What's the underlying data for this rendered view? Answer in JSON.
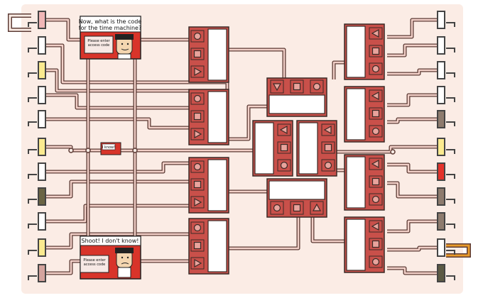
{
  "panels": {
    "top_speech_line1": "Now, what is the code",
    "top_speech_line2": "for the time machine?",
    "top_screen_text_line1": "Please enter",
    "top_screen_text_line2": "access code",
    "small_speech": "I know!",
    "bottom_speech": "Shoot! I don't know!",
    "bottom_screen_text_line1": "Please enter",
    "bottom_screen_text_line2": "access code"
  },
  "colors": {
    "background": "#fbece5",
    "wire": "#5c3b35",
    "wire_fill": "#f2d0c8",
    "chip_red": "#c9504a",
    "chip_pink": "#e8a39c",
    "panel_red": "#d8342a"
  },
  "left_switches": [
    {
      "id": 1,
      "color": "#f0b7b7"
    },
    {
      "id": 2,
      "color": "#ffffff"
    },
    {
      "id": 3,
      "color": "#fbea8f"
    },
    {
      "id": 4,
      "color": "#ffffff"
    },
    {
      "id": 5,
      "color": "#ffffff"
    },
    {
      "id": 6,
      "color": "#fbea8f"
    },
    {
      "id": 7,
      "color": "#ffffff"
    },
    {
      "id": 8,
      "color": "#6a6444"
    },
    {
      "id": 9,
      "color": "#ffffff"
    },
    {
      "id": 10,
      "color": "#fbea8f"
    },
    {
      "id": 11,
      "color": "#d4a49e"
    }
  ],
  "right_switches": [
    {
      "id": 1,
      "color": "#ffffff"
    },
    {
      "id": 2,
      "color": "#ffffff"
    },
    {
      "id": 3,
      "color": "#ffffff"
    },
    {
      "id": 4,
      "color": "#ffffff"
    },
    {
      "id": 5,
      "color": "#8d7b6e"
    },
    {
      "id": 6,
      "color": "#fbea8f"
    },
    {
      "id": 7,
      "color": "#e4322a"
    },
    {
      "id": 8,
      "color": "#8d7b6e"
    },
    {
      "id": 9,
      "color": "#8d7b6e"
    },
    {
      "id": 10,
      "color": "#ffffff"
    },
    {
      "id": 11,
      "color": "#5c5a44"
    }
  ],
  "gate_symbols": {
    "circle": "circle-icon",
    "square": "square-icon",
    "triangle_right": "triangle-right-icon",
    "triangle_left": "triangle-left-icon",
    "triangle_down": "triangle-down-icon",
    "triangle_up": "triangle-up-icon"
  }
}
